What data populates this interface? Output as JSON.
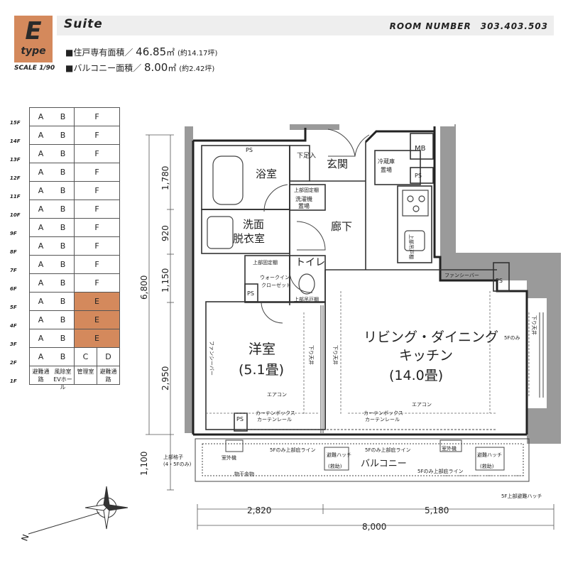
{
  "header": {
    "type_letter": "E",
    "type_word": "type",
    "suite": "Suite",
    "room_number": "ROOM NUMBER　303.403.503",
    "scale": "SCALE 1/90",
    "area_prefix": "■住戸専有面積／",
    "area_value": "46.85",
    "area_unit": "㎡",
    "area_tsubo": "(約14.17坪)",
    "balcony_prefix": "■バルコニー面積／",
    "balcony_value": "8.00",
    "balcony_unit": "㎡",
    "balcony_tsubo": "(約2.42坪)"
  },
  "floor_table": {
    "highlight_color": "#d4895c",
    "rows": [
      {
        "floor": "15F",
        "cells": [
          "A",
          "B",
          "F"
        ]
      },
      {
        "floor": "14F",
        "cells": [
          "A",
          "B",
          "F"
        ]
      },
      {
        "floor": "13F",
        "cells": [
          "A",
          "B",
          "F"
        ]
      },
      {
        "floor": "12F",
        "cells": [
          "A",
          "B",
          "F"
        ]
      },
      {
        "floor": "11F",
        "cells": [
          "A",
          "B",
          "F"
        ]
      },
      {
        "floor": "10F",
        "cells": [
          "A",
          "B",
          "F"
        ]
      },
      {
        "floor": "9F",
        "cells": [
          "A",
          "B",
          "F"
        ]
      },
      {
        "floor": "8F",
        "cells": [
          "A",
          "B",
          "F"
        ]
      },
      {
        "floor": "7F",
        "cells": [
          "A",
          "B",
          "F"
        ]
      },
      {
        "floor": "6F",
        "cells": [
          "A",
          "B",
          "F"
        ]
      },
      {
        "floor": "5F",
        "cells": [
          "A",
          "B",
          "E"
        ]
      },
      {
        "floor": "4F",
        "cells": [
          "A",
          "B",
          "E"
        ]
      },
      {
        "floor": "3F",
        "cells": [
          "A",
          "B",
          "E"
        ]
      },
      {
        "floor": "2F",
        "cells": [
          "A",
          "B",
          "C",
          "D"
        ]
      },
      {
        "floor": "1F",
        "cells": [
          "避難通路",
          "風除室EVホール",
          "管理室",
          "避難通路"
        ]
      }
    ]
  },
  "plan": {
    "rooms": {
      "bath": "浴室",
      "entrance": "玄関",
      "shoe_box": "下足入",
      "washroom_line1": "洗面",
      "washroom_line2": "脱衣室",
      "corridor": "廊下",
      "toilet": "トイレ",
      "western_line1": "洋室",
      "western_line2": "(5.1畳)",
      "ldk_line1": "リビング・ダイニング",
      "ldk_line2": "キッチン",
      "ldk_line3": "(14.0畳)",
      "balcony": "バルコニー"
    },
    "labels": {
      "ps": "PS",
      "mb": "MB",
      "fridge_line1": "冷蔵庫",
      "fridge_line2": "置場",
      "washer_top": "上部固定棚",
      "washer_line1": "洗濯機",
      "washer_line2": "置場",
      "wic_shelf": "上部固定棚",
      "wic_line1": "ウォークイン",
      "wic_line2": "クローゼット",
      "upper_cabinet": "上部吊戸棚",
      "kitchen_cabinet": "上部吊戸棚",
      "fancy_bar": "ファンシーバー",
      "aircon": "エアコン",
      "curtain_box": "カーテンボックス",
      "curtain_rail": "カーテンレール",
      "sagari": "下り天井",
      "five_f_only": "5Fのみ",
      "five_f_bottom_line": "5Fのみ上部庇ライン",
      "upper_grille_line1": "上部格子",
      "upper_grille_line2": "(4・5Fのみ)",
      "outdoor_unit": "室外機",
      "drain": "物干金物",
      "evac_hatch": "避難ハッチ",
      "evac_hatch_sub": "(救助)",
      "upper_evac_hatch": "5F上部避難ハッチ",
      "five_f_only_upper": "5Fのみ上部庇ライン",
      "compass_n": "N"
    },
    "dims": {
      "d1780": "1,780",
      "d920": "920",
      "d1150": "1,150",
      "d6800": "6,800",
      "d2950": "2,950",
      "d1100": "1,100",
      "d2820": "2,820",
      "d5180": "5,180",
      "d8000": "8,000"
    }
  }
}
